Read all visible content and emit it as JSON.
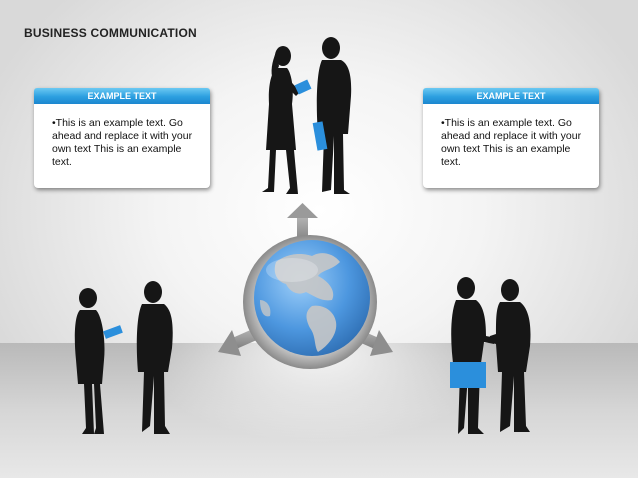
{
  "title": "BUSINESS COMMUNICATION",
  "boxes": [
    {
      "heading": "EXAMPLE TEXT",
      "body": "•This is an example text. Go ahead and replace it with your own text This is an example text."
    },
    {
      "heading": "EXAMPLE TEXT",
      "body": "•This is an example text. Go ahead and replace it with your own text This is an example text."
    }
  ],
  "colors": {
    "accent": "#2b9fe0",
    "silhouette": "#1a1a1a",
    "globe": "#5aa6e6"
  },
  "icons": [
    "globe-icon",
    "arrow-up-icon",
    "arrow-left-icon",
    "arrow-right-icon",
    "people-silhouette-icon"
  ]
}
